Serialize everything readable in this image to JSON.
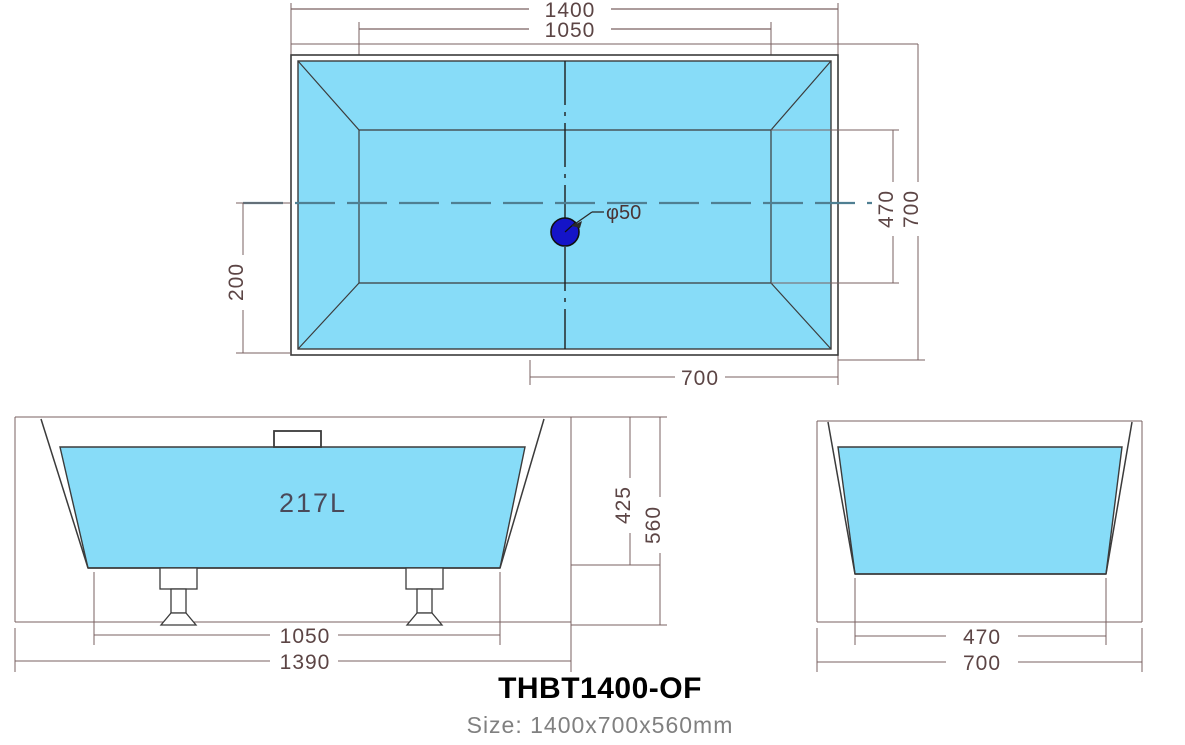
{
  "drawing": {
    "product_code": "THBT1400-OF",
    "size_label": "Size: 1400x700x560mm",
    "capacity_label": "217L"
  },
  "top_view": {
    "name": "top-view",
    "dim_overall_width": "1400",
    "dim_inner_width": "1050",
    "dim_overall_depth": "700",
    "dim_inner_depth": "470",
    "dim_left_offset": "200",
    "dim_bottom_offset": "700",
    "drain_label": "φ50"
  },
  "front_view": {
    "name": "front-elevation-view",
    "dim_feet_span": "1050",
    "dim_base_width": "1390",
    "dim_water_height": "425",
    "dim_overall_height": "560",
    "capacity": "217L"
  },
  "side_view": {
    "name": "side-elevation-view",
    "dim_base_width": "470",
    "dim_overall_width": "700"
  },
  "colors": {
    "water_fill": "#87DCF8",
    "outline": "#3b3b3b",
    "dim_line": "#7a6060",
    "drain_fill": "#1414C8",
    "title": "#000000",
    "subtitle": "#808080"
  }
}
